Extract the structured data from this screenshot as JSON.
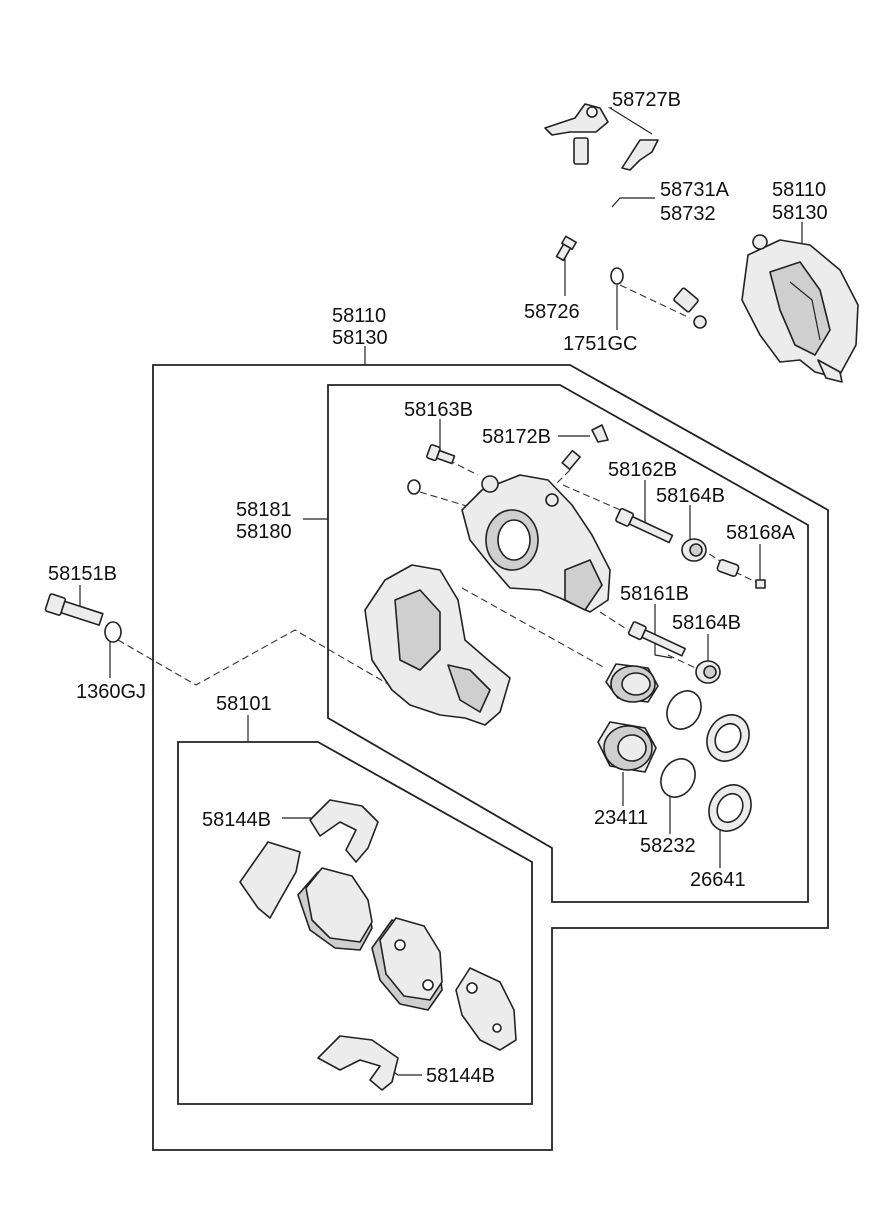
{
  "labels": {
    "l58727B": "58727B",
    "l58731A": "58731A",
    "l58732": "58732",
    "l58110_tr": "58110",
    "l58130_tr": "58130",
    "l58726": "58726",
    "l1751GC": "1751GC",
    "l58110_main": "58110",
    "l58130_main": "58130",
    "l58163B": "58163B",
    "l58172B": "58172B",
    "l58162B": "58162B",
    "l58164B_a": "58164B",
    "l58168A": "58168A",
    "l58181": "58181",
    "l58180": "58180",
    "l58151B": "58151B",
    "l1360GJ": "1360GJ",
    "l58161B": "58161B",
    "l58164B_b": "58164B",
    "l58101": "58101",
    "l58144B_a": "58144B",
    "l23411": "23411",
    "l58232": "58232",
    "l26641": "26641",
    "l58144B_b": "58144B"
  },
  "colors": {
    "line": "#222222",
    "part_fill": "#ececec",
    "part_shade": "#cfcfcf",
    "background": "#ffffff"
  }
}
